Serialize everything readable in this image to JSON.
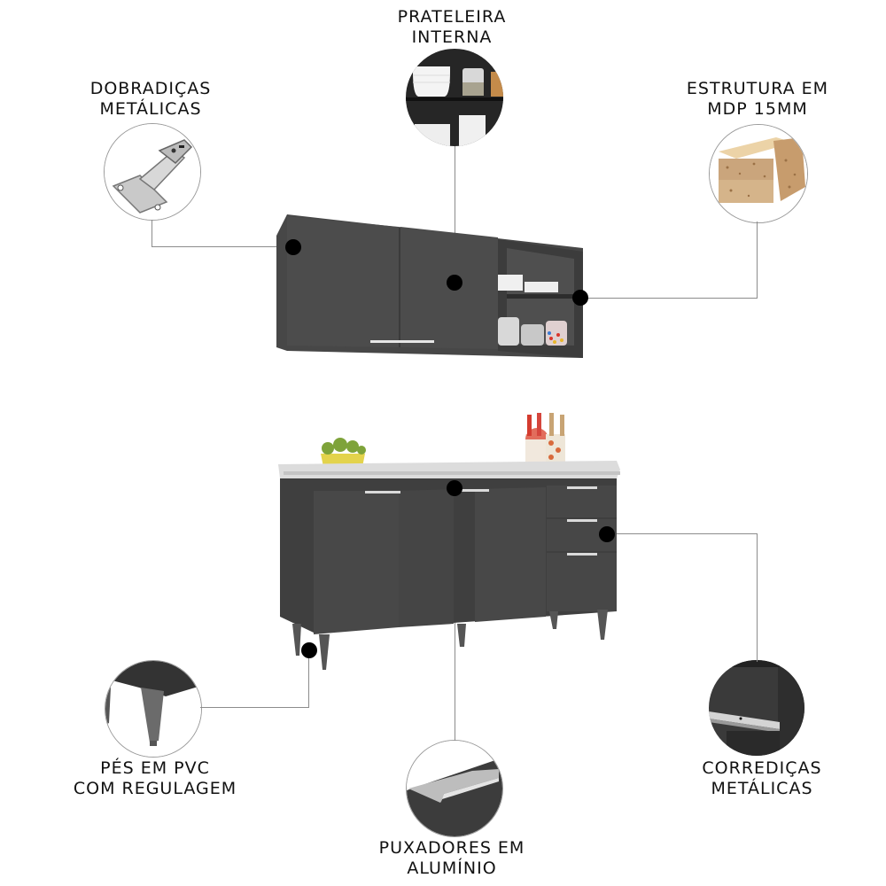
{
  "features": [
    {
      "id": "prateleira",
      "lines": [
        "PRATELEIRA",
        "INTERNA"
      ],
      "icon": "shelf-icon"
    },
    {
      "id": "dobradicas",
      "lines": [
        "DOBRADIÇAS",
        "METÁLICAS"
      ],
      "icon": "hinge-icon"
    },
    {
      "id": "estrutura",
      "lines": [
        "ESTRUTURA EM",
        "MDP 15MM"
      ],
      "icon": "mdp-board-icon"
    },
    {
      "id": "pes",
      "lines": [
        "PÉS EM PVC",
        "COM REGULAGEM"
      ],
      "icon": "furniture-leg-icon"
    },
    {
      "id": "puxadores",
      "lines": [
        "PUXADORES EM",
        "ALUMÍNIO"
      ],
      "icon": "aluminum-handle-icon"
    },
    {
      "id": "corredicas",
      "lines": [
        "CORREDIÇAS",
        "METÁLICAS"
      ],
      "icon": "drawer-slide-icon"
    }
  ],
  "colors": {
    "cabinet": "#4a4a4a",
    "cabinet_dark": "#3a3a3a",
    "countertop": "#d9d9d9",
    "dot": "#000000",
    "connector": "#8c8c8c"
  }
}
